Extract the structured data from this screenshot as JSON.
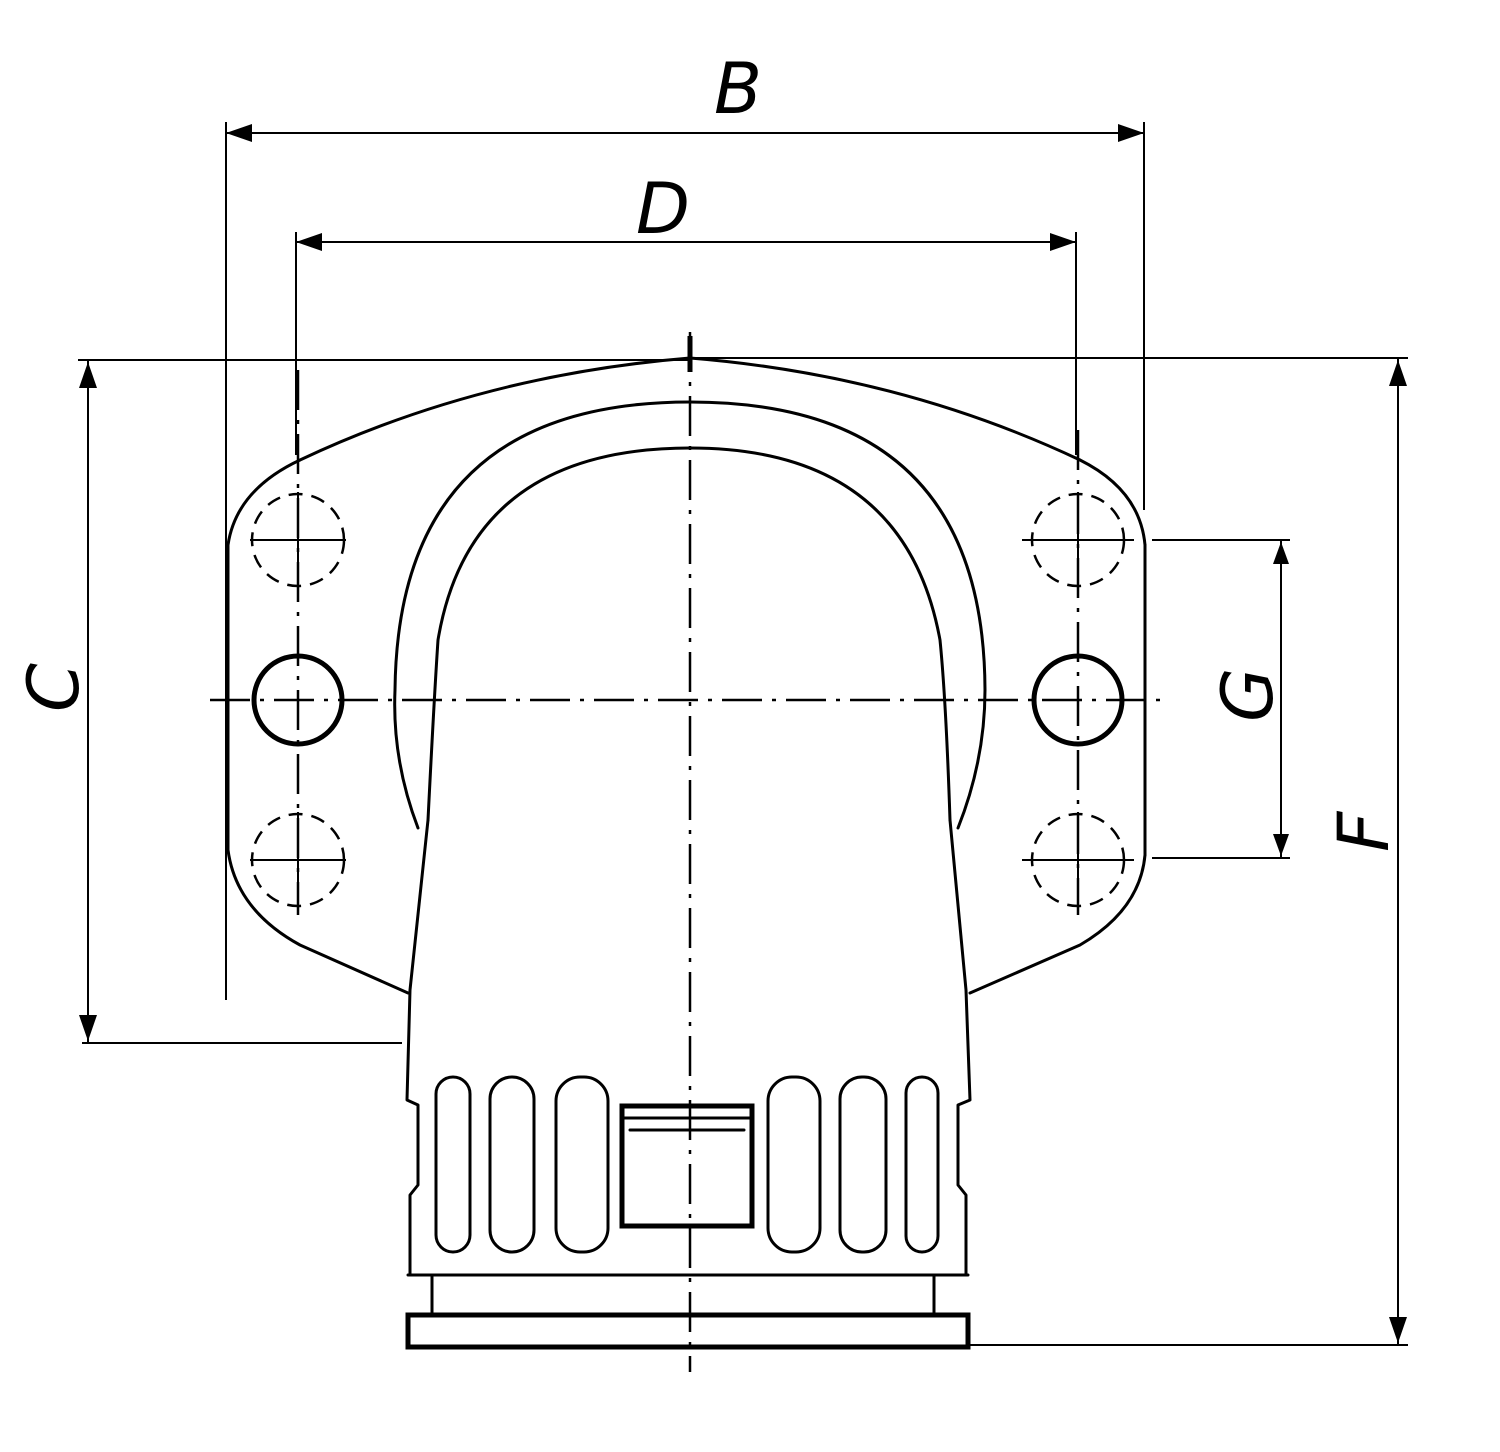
{
  "dimensions": {
    "B": "B",
    "D": "D",
    "C": "C",
    "G": "G",
    "F": "F"
  }
}
